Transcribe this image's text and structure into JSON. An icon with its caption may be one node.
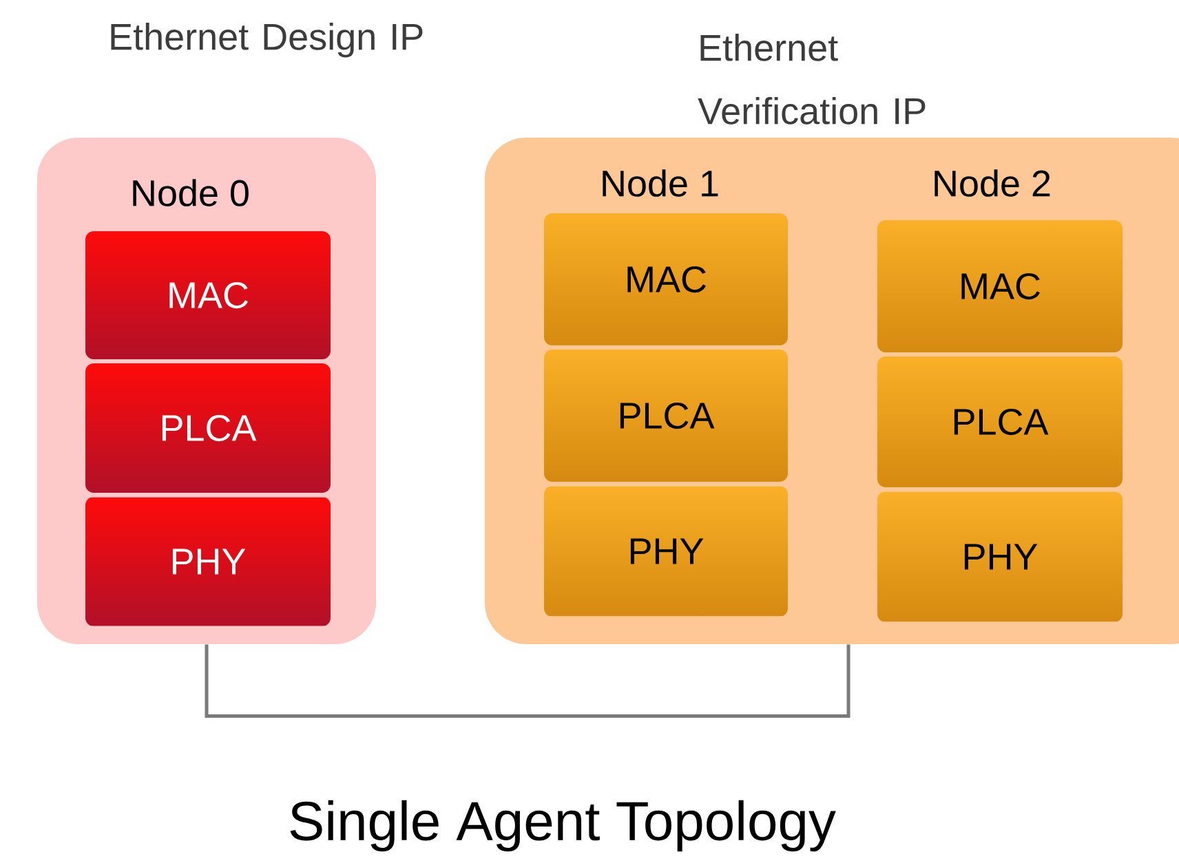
{
  "diagram": {
    "caption": "Single Agent Topology",
    "nodes": [
      {
        "text": [
          "Ethernet Design IP",
          "Node 0"
        ]
      },
      {
        "text": [
          "MAC"
        ],
        "in": 0
      },
      {
        "text": [
          "PLCA"
        ],
        "in": 0
      },
      {
        "text": [
          "PHY"
        ],
        "in": 0
      },
      {
        "text": [
          "Ethernet Verification IP"
        ]
      },
      {
        "text": [
          "MAC"
        ],
        "in": 4
      },
      {
        "text": [
          "PLCA"
        ],
        "in": 4
      },
      {
        "text": [
          "PHY"
        ],
        "in": 4
      },
      {
        "text": [
          "MAC"
        ],
        "in": 4
      },
      {
        "text": [
          "PLCA"
        ],
        "in": 4
      },
      {
        "text": [
          "PHY"
        ],
        "in": 4
      }
    ],
    "edges": [
      {
        "from": 0,
        "to": 4,
        "arrow": "none"
      }
    ],
    "labels": [
      "Node 1",
      "Node 2"
    ]
  }
}
